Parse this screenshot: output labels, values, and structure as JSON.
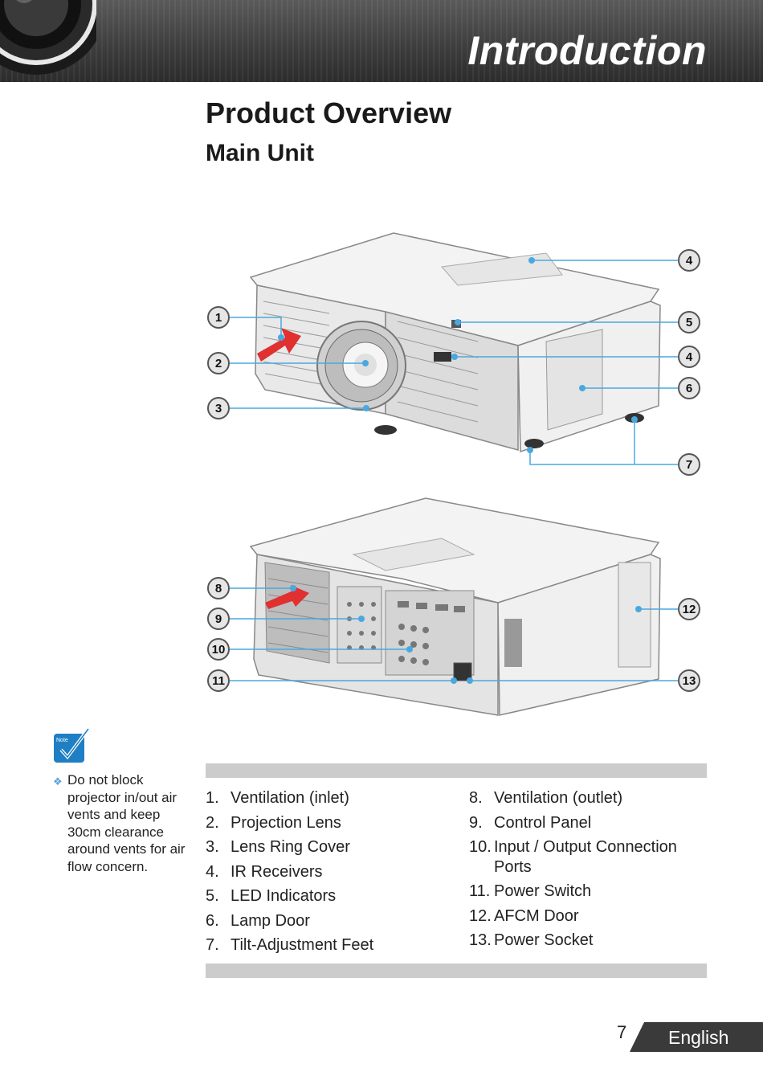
{
  "header": {
    "title": "Introduction"
  },
  "page_title": "Product Overview",
  "section_title": "Main Unit",
  "callouts_top": [
    "1",
    "2",
    "3",
    "4",
    "5",
    "4",
    "6",
    "7"
  ],
  "callouts_bottom": [
    "8",
    "9",
    "10",
    "11",
    "12",
    "13"
  ],
  "note": {
    "icon_label": "Note",
    "text": "Do not block projector in/out air vents and keep 30cm clearance around vents for air flow concern."
  },
  "parts_left": [
    {
      "num": "1.",
      "label": "Ventilation (inlet)"
    },
    {
      "num": "2.",
      "label": "Projection Lens"
    },
    {
      "num": "3.",
      "label": "Lens Ring Cover"
    },
    {
      "num": "4.",
      "label": "IR Receivers"
    },
    {
      "num": "5.",
      "label": "LED Indicators"
    },
    {
      "num": "6.",
      "label": "Lamp Door"
    },
    {
      "num": "7.",
      "label": "Tilt-Adjustment Feet"
    }
  ],
  "parts_right": [
    {
      "num": "8.",
      "label": "Ventilation (outlet)"
    },
    {
      "num": "9.",
      "label": "Control Panel"
    },
    {
      "num": "10.",
      "label": "Input / Output Connection Ports"
    },
    {
      "num": "11.",
      "label": "Power Switch"
    },
    {
      "num": "12.",
      "label": "AFCM Door"
    },
    {
      "num": "13.",
      "label": "Power Socket"
    }
  ],
  "footer": {
    "page_number": "7",
    "language": "English"
  },
  "colors": {
    "callout_line": "#4aa8e0",
    "arrow": "#e03030",
    "bar": "#cccccc",
    "header": "#3c3c3c"
  }
}
